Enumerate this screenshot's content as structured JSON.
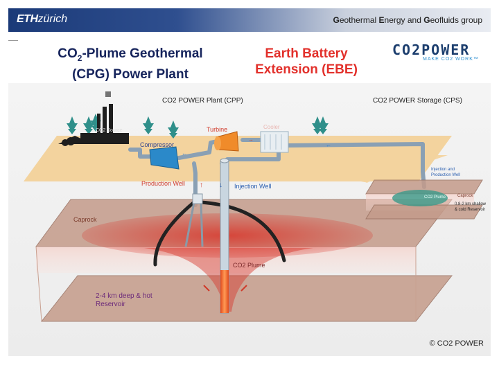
{
  "header": {
    "logo_bold": "ETH",
    "logo_italic": "zürich",
    "group_w1_initial": "G",
    "group_w1_rest": "eothermal ",
    "group_w2_initial": "E",
    "group_w2_rest": "nergy and ",
    "group_w3_initial": "G",
    "group_w3_rest": "eofluids",
    "group_tail": " group"
  },
  "title_left": {
    "line1_pre": "CO",
    "line1_sub": "2",
    "line1_post": "-Plume Geothermal",
    "line2": "(CPG) Power Plant"
  },
  "title_right": {
    "line1": "Earth Battery",
    "line2": "Extension (EBE)"
  },
  "logo": {
    "name": "CO2POWER",
    "tagline": "MAKE CO2 WORK™"
  },
  "diagram": {
    "plant_label": "CO2 POWER Plant (CPP)",
    "storage_label": "CO2 POWER Storage (CPS)",
    "source_label": "CO2 Source",
    "turbine_label": "Turbine",
    "cooler_label": "Cooler",
    "compressor_label": "Compressor",
    "production_well_label": "Production Well",
    "injection_well_label": "Injection Well",
    "caprock_label": "Caprock",
    "plume_label": "CO2 Plume",
    "reservoir_line1": "2-4 km deep & hot",
    "reservoir_line2": "Reservoir",
    "inj_prod_line1": "Injection and",
    "inj_prod_line2": "Production Well",
    "small_caprock_label": "Caprock",
    "small_plume_label": "CO2 Plume",
    "shallow_line1": "0.8-2 km shallow",
    "shallow_line2": "& cold Reservoir"
  },
  "copyright": "© CO2 POWER",
  "colors": {
    "header_blue": "#1b3a78",
    "title_navy": "#16245c",
    "title_red": "#e2302b",
    "ground": "#f3d39e",
    "plume": "#d8352a"
  }
}
